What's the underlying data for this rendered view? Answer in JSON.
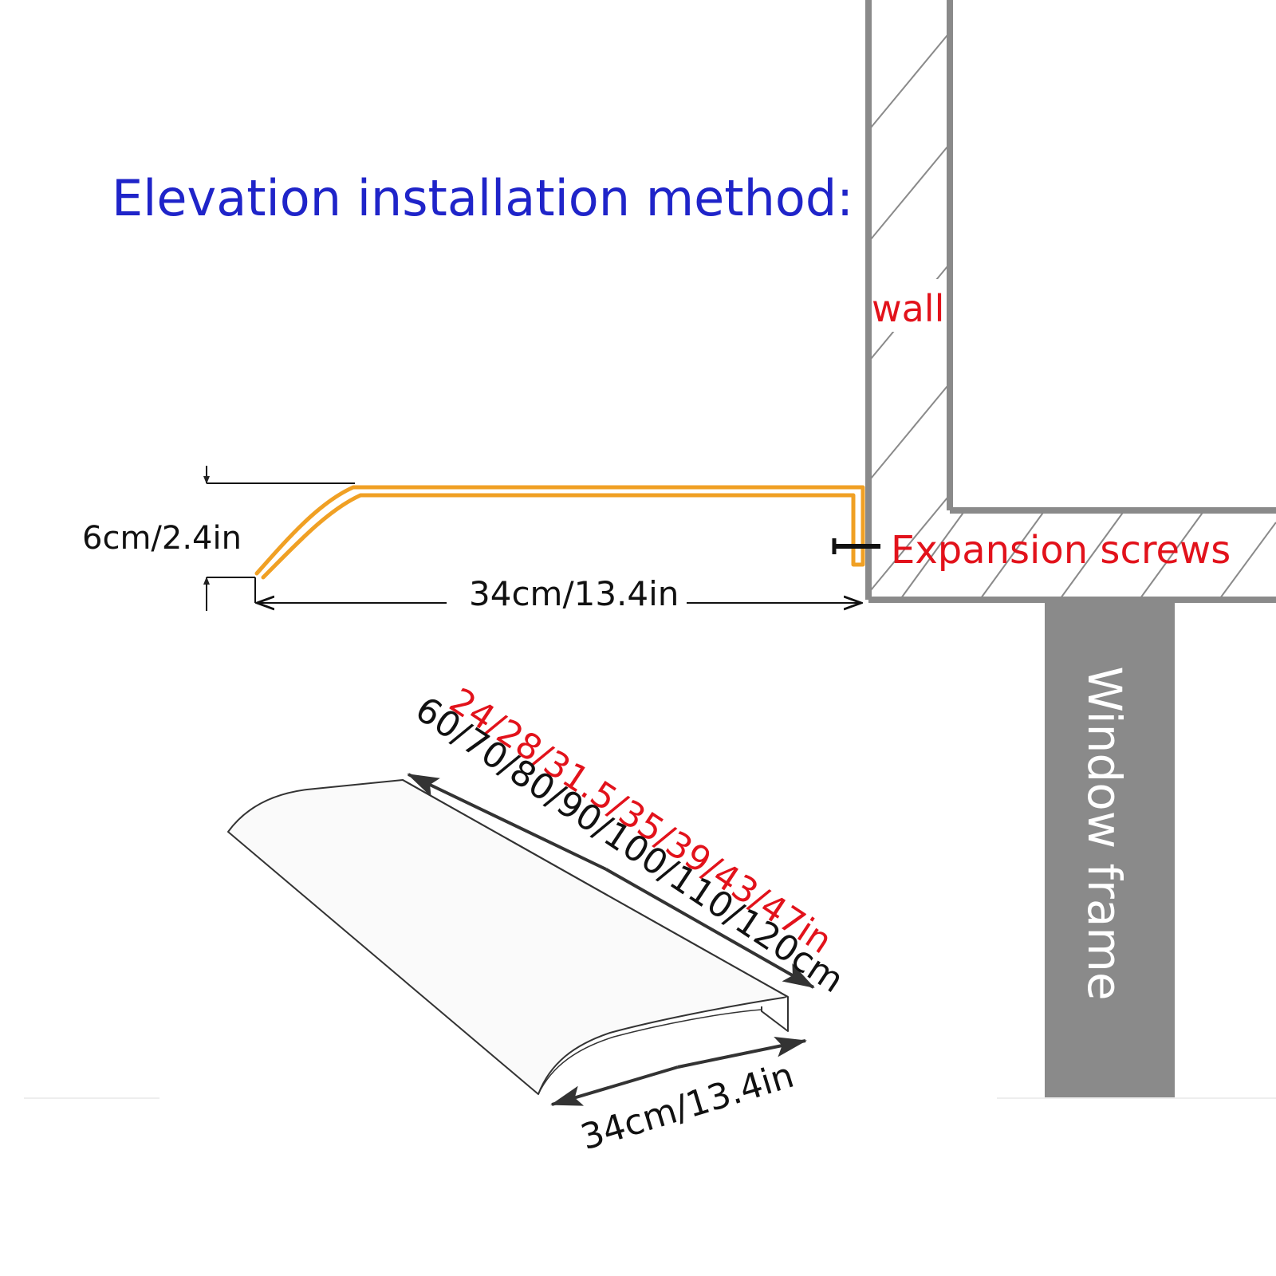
{
  "title": "Elevation installation method:",
  "labels": {
    "wall": "wall",
    "expansion_screws": "Expansion screws",
    "window_frame": "Window frame",
    "height": "6cm/2.4in",
    "depth": "34cm/13.4in",
    "length_in": "24/28/31.5/35/39/43/47in",
    "length_cm": "60/70/80/90/100/110/120cm",
    "depth_bottom": "34cm/13.4in"
  },
  "colors": {
    "title": "#1f24c9",
    "callout_red": "#e2121b",
    "canopy_orange": "#f0a024",
    "wall_gray": "#8a8a8a",
    "dimension_line": "#111111"
  }
}
